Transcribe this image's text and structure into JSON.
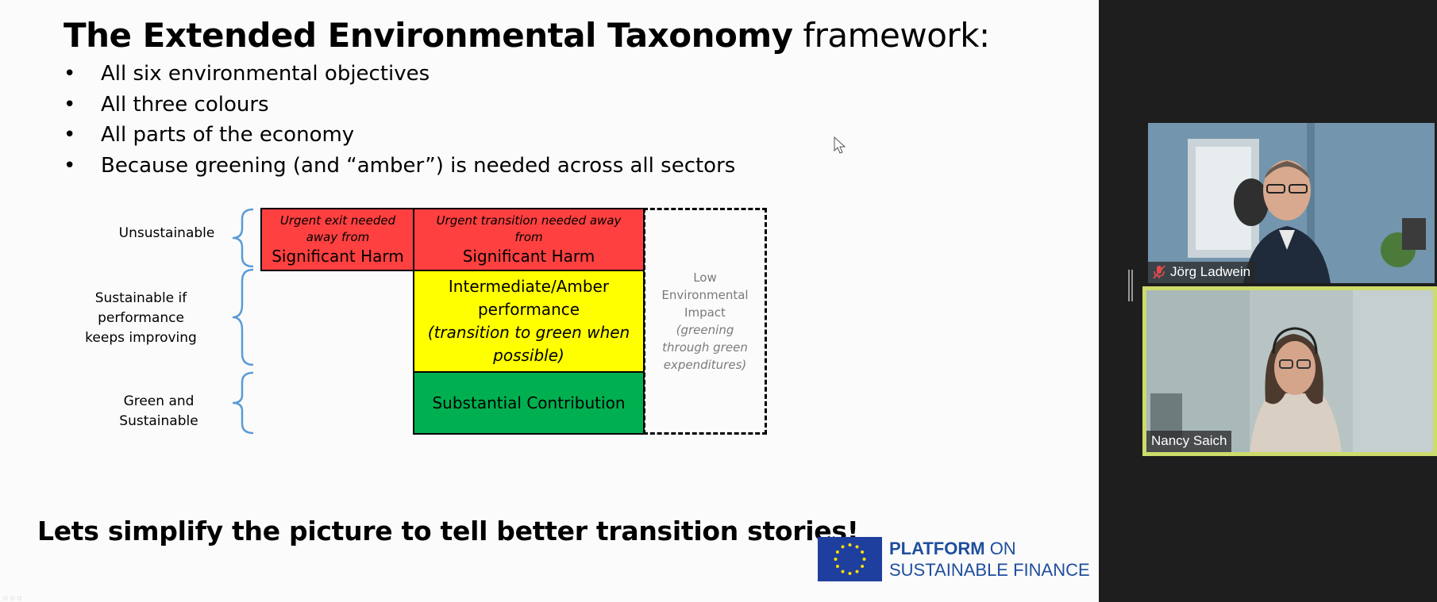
{
  "slide": {
    "title_bold": "The Extended Environmental Taxonomy",
    "title_rest": " framework:",
    "bullets": [
      "All six environmental objectives",
      "All three colours",
      "All parts of the economy",
      "Because greening (and “amber”) is needed across all sectors"
    ],
    "diagram": {
      "row_labels": {
        "unsustainable": "Unsustainable",
        "sustainable_if_1": "Sustainable if",
        "sustainable_if_2": "performance",
        "sustainable_if_3": "keeps improving",
        "green_1": "Green and",
        "green_2": "Sustainable"
      },
      "exit_box": {
        "small_1": "Urgent exit needed",
        "small_2": "away from",
        "main": "Significant Harm"
      },
      "transition_box": {
        "small_1": "Urgent transition needed away",
        "small_2": "from",
        "main": "Significant Harm"
      },
      "amber_box": {
        "line1": "Intermediate/Amber",
        "line2": "performance",
        "line3": "(transition to green when",
        "line4": "possible)"
      },
      "green_box": "Substantial Contribution",
      "low_box": {
        "l1": "Low",
        "l2": "Environmental",
        "l3": "Impact",
        "l4": "(greening",
        "l5": "through green",
        "l6": "expenditures)"
      }
    },
    "tagline": "Lets simplify the picture to tell better transition stories!",
    "logo": {
      "line1_bold": "PLATFORM",
      "line1_rest": " ON",
      "line2": "SUSTAINABLE FINANCE"
    }
  },
  "participants": [
    {
      "name": "Jörg Ladwein",
      "muted": true
    },
    {
      "name": "Nancy Saich",
      "muted": false,
      "active_speaker": true
    }
  ],
  "colors": {
    "red": "#ff4040",
    "yellow": "#ffff00",
    "green": "#00b050",
    "brace_blue": "#5b9bd5",
    "speaker_highlight": "#cddc6b",
    "eu_blue": "#1f3f9e"
  }
}
